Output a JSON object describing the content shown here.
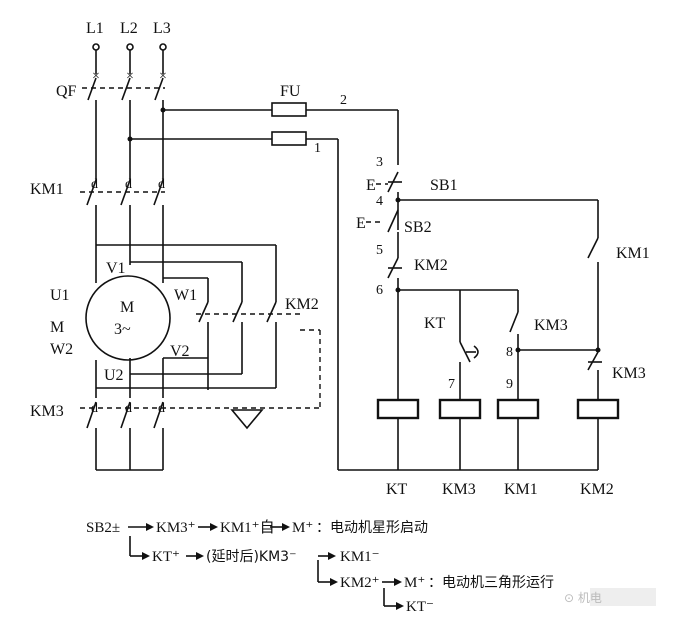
{
  "power": {
    "lines": [
      "L1",
      "L2",
      "L3"
    ],
    "breaker": "QF",
    "fuse": "FU",
    "node_2": "2",
    "node_1": "1"
  },
  "main_circuit": {
    "km1": "KM1",
    "km2": "KM2",
    "km3": "KM3",
    "motor_letter": "M",
    "motor_phase": "3~",
    "u1": "U1",
    "m_label": "M",
    "w2": "W2",
    "v1": "V1",
    "w1": "W1",
    "v2": "V2",
    "u2": "U2"
  },
  "control": {
    "n3": "3",
    "n4": "4",
    "n5": "5",
    "n6": "6",
    "n7": "7",
    "n8": "8",
    "n9": "9",
    "sb1": "SB1",
    "sb2": "SB2",
    "km2_contact": "KM2",
    "km1_contact": "KM1",
    "kt_contact": "KT",
    "km3_contact": "KM3",
    "km3_nc": "KM3",
    "coils": [
      "KT",
      "KM3",
      "KM1",
      "KM2"
    ],
    "e1": "E",
    "e2": "E"
  },
  "sequence": {
    "r1_sb2": "SB2±",
    "r1_km3": "KM3⁺",
    "r1_km1": "KM1⁺自",
    "r1_m": "M⁺",
    "r1_text": "：电动机星形启动",
    "r2_kt": "KT⁺",
    "r2_delay": "(延时后)KM3⁻",
    "r2_km1": "KM1⁻",
    "r3_km2": "KM2⁺",
    "r3_m": "M⁺",
    "r3_text": "：电动机三角形运行",
    "r4_kt": "KT⁻"
  },
  "watermark": "⊙ 机电"
}
